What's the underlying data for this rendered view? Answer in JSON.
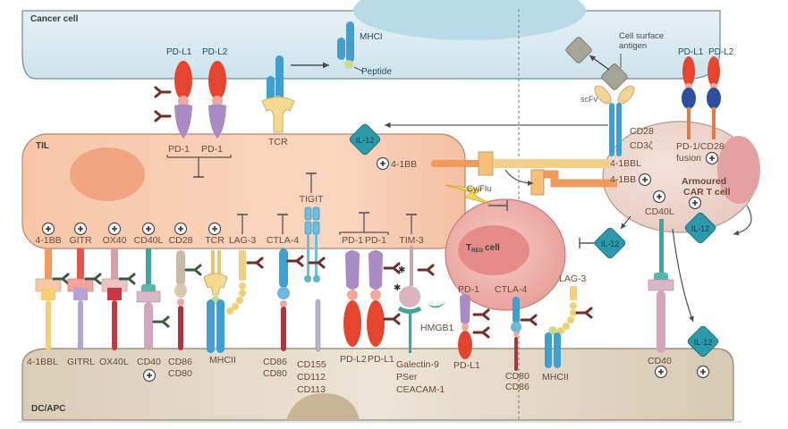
{
  "regions": {
    "cancer_cell": "Cancer cell",
    "til": "TIL",
    "dc_apc": "DC/APC",
    "treg_cell_main": "T",
    "treg_cell_sub": "REG",
    "treg_cell_suffix": "cell",
    "car_t_line1": "Armoured",
    "car_t_line2": "CAR T cell"
  },
  "cancer_side": {
    "pd_l1": "PD-L1",
    "pd_l2": "PD-L2",
    "mhci": "MHCI",
    "peptide": "Peptide",
    "cell_surface_antigen_line1": "Cell surface",
    "cell_surface_antigen_line2": "antigen",
    "pd_l1_right": "PD-L1",
    "pd_l2_right": "PD-L2"
  },
  "til_top": {
    "pd1_a": "PD-1",
    "pd1_b": "PD-1",
    "tcr": "TCR",
    "il12": "IL-12",
    "four_1bb": "4-1BB"
  },
  "til_receptors": [
    "4-1BB",
    "GITR",
    "OX40",
    "CD40L",
    "CD28",
    "TCR",
    "LAG-3",
    "CTLA-4",
    "TIGIT",
    "PD-1",
    "PD-1",
    "TIM-3"
  ],
  "apc_ligands": {
    "four_1bbl": "4-1BBL",
    "gitrl": "GITRL",
    "ox40l": "OX40L",
    "cd40": "CD40",
    "cd86_cd80": [
      "CD86",
      "CD80"
    ],
    "mhcii": "MHCII",
    "cd86_cd80_b": [
      "CD86",
      "CD80"
    ],
    "cd155_group": [
      "CD155",
      "CD112",
      "CD113"
    ],
    "pd_l2": "PD-L2",
    "pd_l1": "PD-L1",
    "tim3_ligands": [
      "Galectin-9",
      "PSer",
      "CEACAM-1"
    ],
    "hmgb1": "HMGB1"
  },
  "treg": {
    "cy_flu": "Cy/Flu",
    "pd1": "PD-1",
    "ctla4": "CTLA-4",
    "lag3": "LAG-3",
    "pd_l1": "PD-L1",
    "cd80_cd86": [
      "CD80",
      "CD86"
    ],
    "mhcii": "MHCII",
    "il12": "IL-12"
  },
  "car_t": {
    "scfv": "scFv",
    "cd28": "CD28",
    "cd3z": "CD3ζ",
    "four_1bbl": "4-1BBL",
    "four_1bb": "4-1BB",
    "pd1_cd28_line1": "PD-1/CD28",
    "pd1_cd28_line2": "fusion",
    "cd40l": "CD40L",
    "il12_self": "IL-12",
    "cd40": "CD40",
    "il12_apc": "IL-12"
  },
  "symbols": {
    "plus": "+"
  },
  "colors": {
    "cancer_fill": "#d3e7ef",
    "til_fill": "#f6c3a3",
    "apc_fill": "#ddd2bf",
    "treg_fill": "#eeaaa5",
    "car_fill": "#eed6cd",
    "pd_l": "#e5452f",
    "pd_1": "#a98cc4",
    "mhc": "#3e9fd0",
    "il12": "#2a98a8",
    "antibody": "#6f2e2a"
  }
}
